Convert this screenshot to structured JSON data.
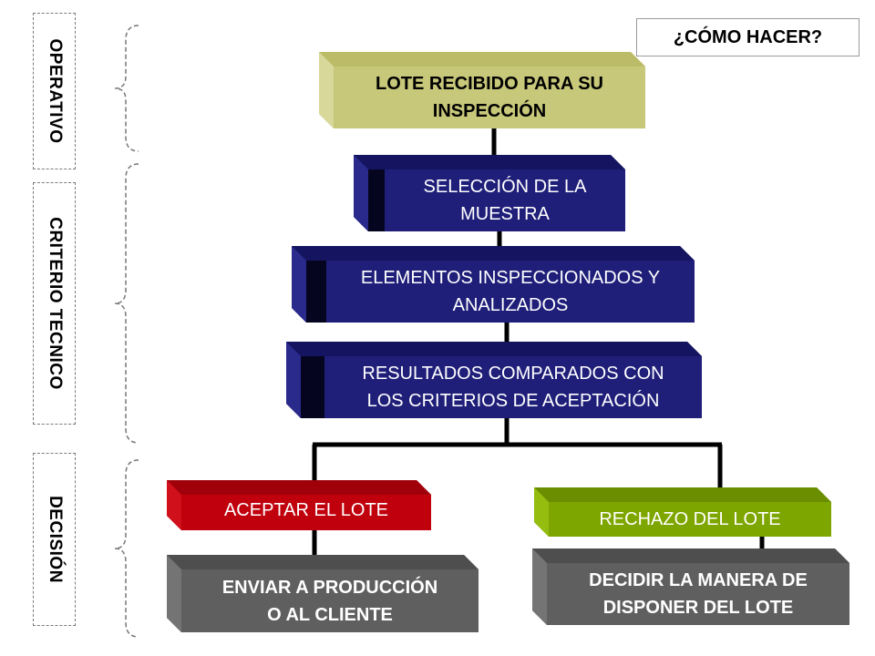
{
  "header": {
    "how_label": "¿CÓMO HACER?"
  },
  "stages": {
    "operativo": "OPERATIVO",
    "criterio": "CRITERIO TECNICO",
    "decision": "DECISIÓN"
  },
  "steps": {
    "lote": {
      "line1": "LOTE RECIBIDO PARA SU",
      "line2": "INSPECCIÓN"
    },
    "seleccion": {
      "line1": "SELECCIÓN DE LA",
      "line2": "MUESTRA"
    },
    "elementos": {
      "line1": "ELEMENTOS INSPECCIONADOS Y",
      "line2": "ANALIZADOS"
    },
    "resultados": {
      "line1": "RESULTADOS COMPARADOS CON",
      "line2": "LOS CRITERIOS DE ACEPTACIÓN"
    },
    "aceptar": {
      "label": "ACEPTAR EL LOTE"
    },
    "rechazo": {
      "label": "RECHAZO DEL LOTE"
    },
    "enviar": {
      "line1": "ENVIAR A PRODUCCIÓN",
      "line2": "O AL CLIENTE"
    },
    "decidir": {
      "line1": "DECIDIR LA MANERA DE",
      "line2": "DISPONER DEL LOTE"
    }
  },
  "colors": {
    "olive": "#c8c87a",
    "navy": "#1f1f7a",
    "red": "#c0000c",
    "green": "#7ea600",
    "gray": "#5f5f5f"
  }
}
